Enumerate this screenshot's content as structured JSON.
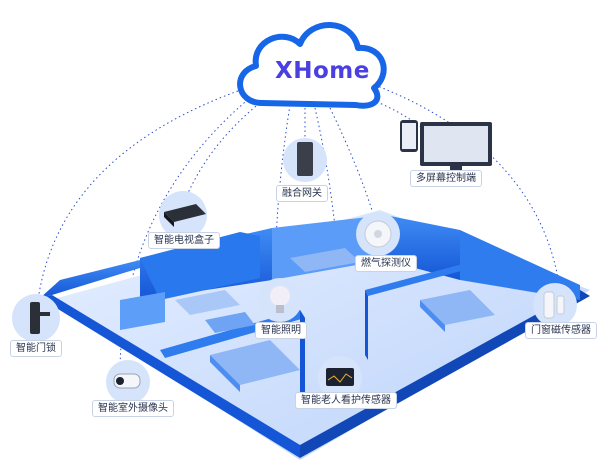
{
  "brand": {
    "name": "XHome",
    "color": "#4a3fe0"
  },
  "colors": {
    "cloud": "#1766e8",
    "wall": "#1d6fe6",
    "floor": "#cfe0ff",
    "line": "#2a4fd0"
  },
  "devices": [
    {
      "id": "multi-screen",
      "label": "多屏幕控制端",
      "icon": "tablet-tv-icon"
    },
    {
      "id": "gateway",
      "label": "融合网关",
      "icon": "gateway-icon"
    },
    {
      "id": "tv-box",
      "label": "智能电视盒子",
      "icon": "tv-box-icon"
    },
    {
      "id": "gas-detector",
      "label": "燃气探测仪",
      "icon": "gas-detector-icon"
    },
    {
      "id": "door-lock",
      "label": "智能门锁",
      "icon": "door-lock-icon"
    },
    {
      "id": "lighting",
      "label": "智能照明",
      "icon": "bulb-icon"
    },
    {
      "id": "door-sensor",
      "label": "门窗磁传感器",
      "icon": "door-sensor-icon"
    },
    {
      "id": "outdoor-camera",
      "label": "智能室外摄像头",
      "icon": "camera-icon"
    },
    {
      "id": "elder-sensor",
      "label": "智能老人看护传感器",
      "icon": "radar-sensor-icon"
    }
  ]
}
